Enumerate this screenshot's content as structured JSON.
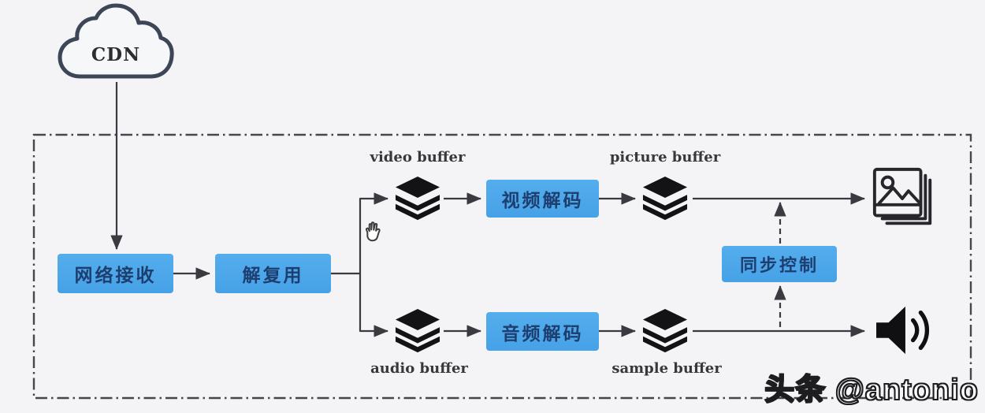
{
  "cloud": {
    "label": "CDN"
  },
  "nodes": {
    "network_receive": {
      "label": "网络接收"
    },
    "demux": {
      "label": "解复用"
    },
    "video_decode": {
      "label": "视频解码"
    },
    "audio_decode": {
      "label": "音频解码"
    },
    "sync_control": {
      "label": "同步控制"
    }
  },
  "buffers": {
    "video": {
      "label": "video buffer"
    },
    "picture": {
      "label": "picture buffer"
    },
    "audio": {
      "label": "audio buffer"
    },
    "sample": {
      "label": "sample buffer"
    }
  },
  "icons": {
    "source": "cloud-icon",
    "buffer": "layers-stack-icon",
    "video_output": "picture-stack-icon",
    "audio_output": "speaker-icon",
    "cursor": "hand-grab-cursor-icon"
  },
  "colors": {
    "node_fill": "#4BA5E9",
    "node_text": "#1D3E6F",
    "connector": "#3A3A40",
    "icon_black": "#131316",
    "cloud_outline": "#3D4657",
    "background": "#F4F4F6"
  },
  "flow": {
    "edges": [
      {
        "from": "CDN",
        "to": "网络接收",
        "style": "solid"
      },
      {
        "from": "网络接收",
        "to": "解复用",
        "style": "solid"
      },
      {
        "from": "解复用",
        "to": "video buffer",
        "style": "solid"
      },
      {
        "from": "video buffer",
        "to": "视频解码",
        "style": "solid"
      },
      {
        "from": "视频解码",
        "to": "picture buffer",
        "style": "solid"
      },
      {
        "from": "picture buffer",
        "to": "picture-output",
        "style": "solid"
      },
      {
        "from": "解复用",
        "to": "audio buffer",
        "style": "solid"
      },
      {
        "from": "audio buffer",
        "to": "音频解码",
        "style": "solid"
      },
      {
        "from": "音频解码",
        "to": "sample buffer",
        "style": "solid"
      },
      {
        "from": "sample buffer",
        "to": "speaker-output",
        "style": "solid"
      },
      {
        "from": "audio-output-line",
        "to": "同步控制",
        "style": "dashed"
      },
      {
        "from": "同步控制",
        "to": "video-output-line",
        "style": "dashed"
      }
    ]
  },
  "watermark": {
    "text": "头条 @antonio"
  }
}
